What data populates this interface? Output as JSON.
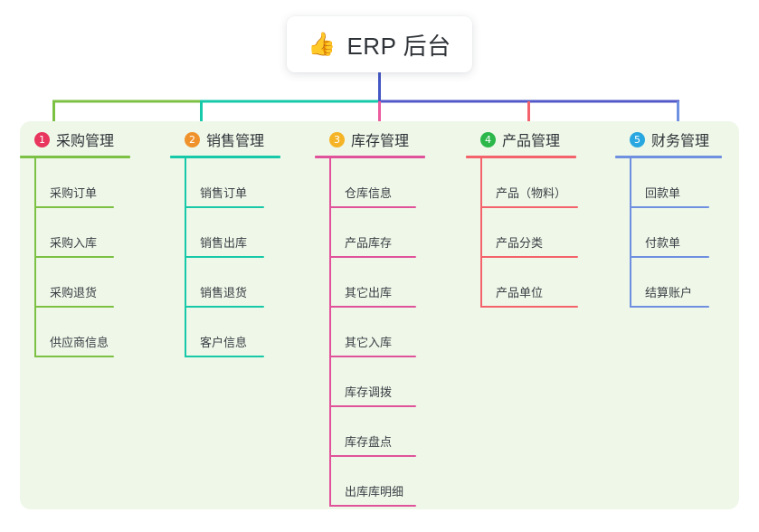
{
  "root": {
    "icon": "thumbs-up-icon",
    "emoji": "👍",
    "title": "ERP 后台"
  },
  "panel": {
    "background": "#eef7e8"
  },
  "connector_colors": {
    "stem": "#4457c5",
    "bar_left": "#7cc144",
    "bar_mid": "#17c9a8",
    "bar_right": "#5258c8",
    "drop_1": "#7cc144",
    "drop_2": "#17c9a8",
    "drop_3": "#ec5b9e",
    "drop_4": "#f4626b",
    "drop_5": "#6f8fe0"
  },
  "branches": [
    {
      "number": "1",
      "label": "采购管理",
      "badge_color": "#e8365e",
      "line_color": "#7cc144",
      "rule_width": 122,
      "leaf_rule_width": 88,
      "items": [
        {
          "label": "采购订单"
        },
        {
          "label": "采购入库"
        },
        {
          "label": "采购退货"
        },
        {
          "label": "供应商信息"
        }
      ]
    },
    {
      "number": "2",
      "label": "销售管理",
      "badge_color": "#f0922b",
      "line_color": "#17c9a8",
      "rule_width": 122,
      "leaf_rule_width": 88,
      "items": [
        {
          "label": "销售订单"
        },
        {
          "label": "销售出库"
        },
        {
          "label": "销售退货"
        },
        {
          "label": "客户信息"
        }
      ]
    },
    {
      "number": "3",
      "label": "库存管理",
      "badge_color": "#f5b425",
      "line_color": "#e0539b",
      "rule_width": 122,
      "leaf_rule_width": 96,
      "items": [
        {
          "label": "仓库信息"
        },
        {
          "label": "产品库存"
        },
        {
          "label": "其它出库"
        },
        {
          "label": "其它入库"
        },
        {
          "label": "库存调拨"
        },
        {
          "label": "库存盘点"
        },
        {
          "label": "出库库明细"
        }
      ]
    },
    {
      "number": "4",
      "label": "产品管理",
      "badge_color": "#2bb74a",
      "line_color": "#f4626b",
      "rule_width": 122,
      "leaf_rule_width": 108,
      "items": [
        {
          "label": "产品（物料）"
        },
        {
          "label": "产品分类"
        },
        {
          "label": "产品单位"
        }
      ]
    },
    {
      "number": "5",
      "label": "财务管理",
      "badge_color": "#29a7e0",
      "line_color": "#6f8fe0",
      "rule_width": 118,
      "leaf_rule_width": 88,
      "items": [
        {
          "label": "回款单"
        },
        {
          "label": "付款单"
        },
        {
          "label": "结算账户"
        }
      ]
    }
  ]
}
